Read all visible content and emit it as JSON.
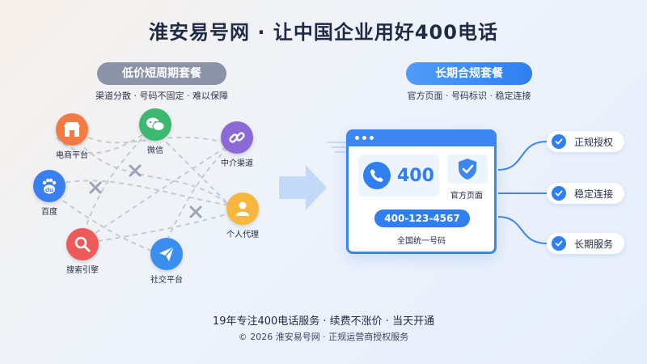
{
  "title": "淮安易号网 · 让中国企业用好400电话",
  "left": {
    "pill": "低价短周期套餐",
    "subtitle": "渠道分散 · 号码不固定 · 难以保障",
    "channels": [
      {
        "label": "电商平台",
        "icon": "store-icon",
        "color": "#f37b43"
      },
      {
        "label": "微信",
        "icon": "wechat-icon",
        "color": "#3cb871"
      },
      {
        "label": "中介渠道",
        "icon": "link-icon",
        "color": "#8b6ad8"
      },
      {
        "label": "百度",
        "icon": "baidu-icon",
        "color": "#3a7ff0"
      },
      {
        "label": "个人代理",
        "icon": "person-icon",
        "color": "#f7b63c"
      },
      {
        "label": "搜索引擎",
        "icon": "search-icon",
        "color": "#ee5a5a"
      },
      {
        "label": "社交平台",
        "icon": "send-icon",
        "color": "#3a8ef0"
      }
    ]
  },
  "right": {
    "pill": "长期合规套餐",
    "subtitle": "官方页面 · 号码标识 · 稳定连接",
    "card": {
      "big_number": "400",
      "official_label": "官方页面",
      "phone_number": "400-123-4567",
      "unified_label": "全国统一号码"
    },
    "badges": [
      "正规授权",
      "稳定连接",
      "长期服务"
    ]
  },
  "footer": {
    "line1": "19年专注400电话服务 · 续费不涨价 · 当天开通",
    "line2": "© 2026 淮安易号网 · 正规运营商授权服务"
  },
  "colors": {
    "accent": "#2f7ff0",
    "gray_pill": "#8a94a6"
  }
}
